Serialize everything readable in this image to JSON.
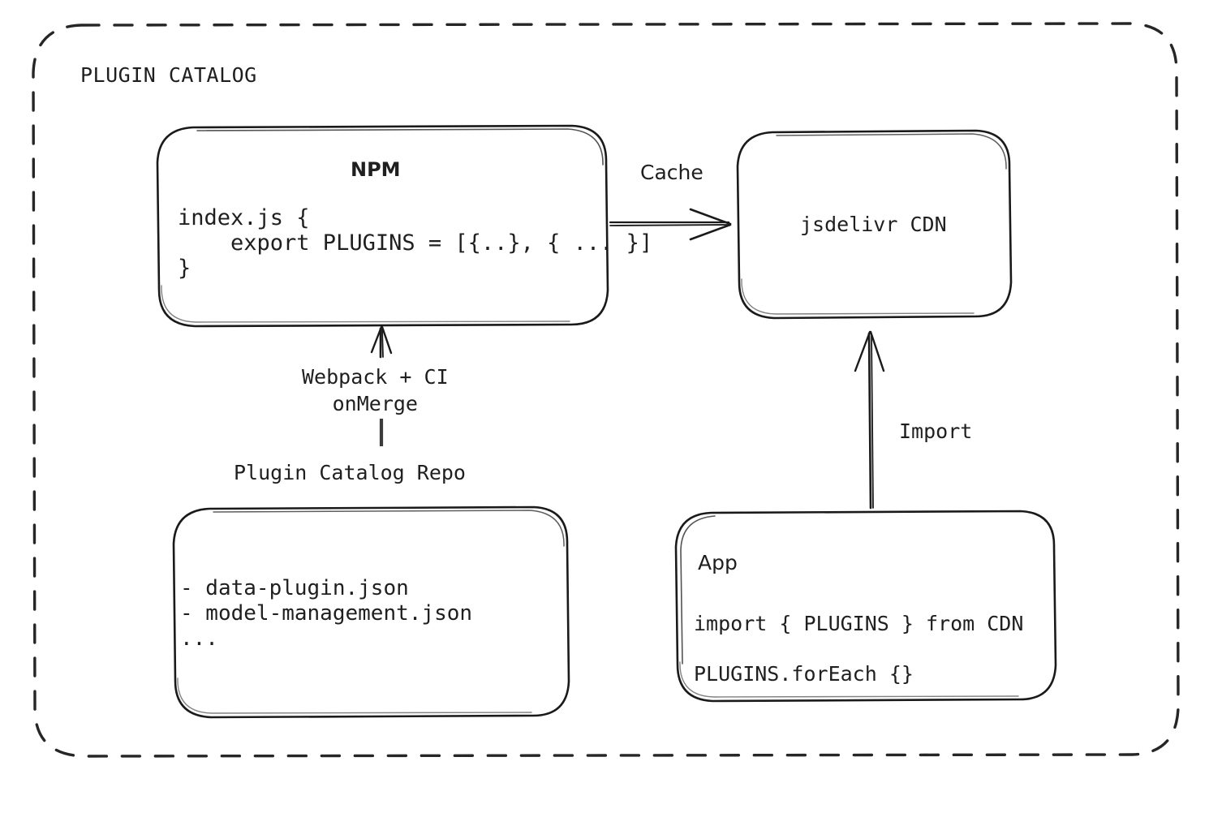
{
  "diagram": {
    "container": {
      "title": "PLUGIN CATALOG",
      "border_style": "dashed",
      "stroke_color": "#262626"
    },
    "nodes": {
      "npm": {
        "title": "NPM",
        "code": "index.js {\n    export PLUGINS = [{..}, { ... }]\n}"
      },
      "cdn": {
        "title": "jsdelivr CDN"
      },
      "repo": {
        "caption": "Plugin Catalog Repo",
        "items": "- data-plugin.json\n- model-management.json\n..."
      },
      "app": {
        "title": "App",
        "code": "import { PLUGINS } from CDN\nPLUGINS.forEach {}"
      }
    },
    "edges": {
      "cache": {
        "label": "Cache",
        "from": "npm",
        "to": "cdn",
        "direction": "right"
      },
      "build": {
        "label": "Webpack + CI\nonMerge",
        "from": "repo",
        "to": "npm",
        "direction": "up"
      },
      "import": {
        "label": "Import",
        "from": "app",
        "to": "cdn",
        "direction": "up"
      }
    }
  }
}
